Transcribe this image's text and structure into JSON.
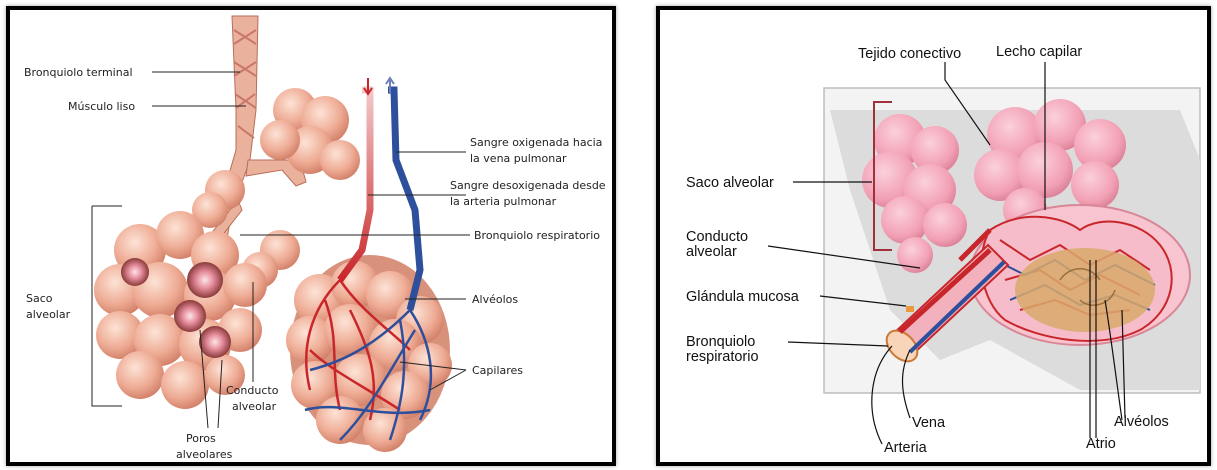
{
  "left_panel": {
    "labels": {
      "bronquiolo_terminal": "Bronquiolo terminal",
      "musculo_liso": "Músculo liso",
      "sangre_oxigenada_1": "Sangre oxigenada hacia",
      "sangre_oxigenada_2": "la vena pulmonar",
      "sangre_desoxigenada_1": "Sangre desoxigenada desde",
      "sangre_desoxigenada_2": "la arteria pulmonar",
      "bronquiolo_respiratorio": "Bronquiolo respiratorio",
      "alveolos": "Alvéolos",
      "capilares": "Capilares",
      "saco_1": "Saco",
      "saco_2": "alveolar",
      "conducto_1": "Conducto",
      "conducto_2": "alveolar",
      "poros_1": "Poros",
      "poros_2": "alveolares"
    }
  },
  "right_panel": {
    "labels": {
      "tejido_conectivo": "Tejido conectivo",
      "lecho_capilar": "Lecho capilar",
      "saco_alveolar": "Saco alveolar",
      "conducto_1": "Conducto",
      "conducto_2": "alveolar",
      "glandula_mucosa": "Glándula mucosa",
      "bronquiolo_1": "Bronquiolo",
      "bronquiolo_2": "respiratorio",
      "vena": "Vena",
      "arteria": "Arteria",
      "alveolos": "Alvéolos",
      "atrio": "Atrio"
    }
  },
  "colors": {
    "alveolus": "#e9a58f",
    "alveolus_dark": "#c96f5a",
    "artery": "#c8262a",
    "vein": "#2e4f9c",
    "pink_sac": "#f2a0b4",
    "gray_bg": "#d9d9d9"
  }
}
